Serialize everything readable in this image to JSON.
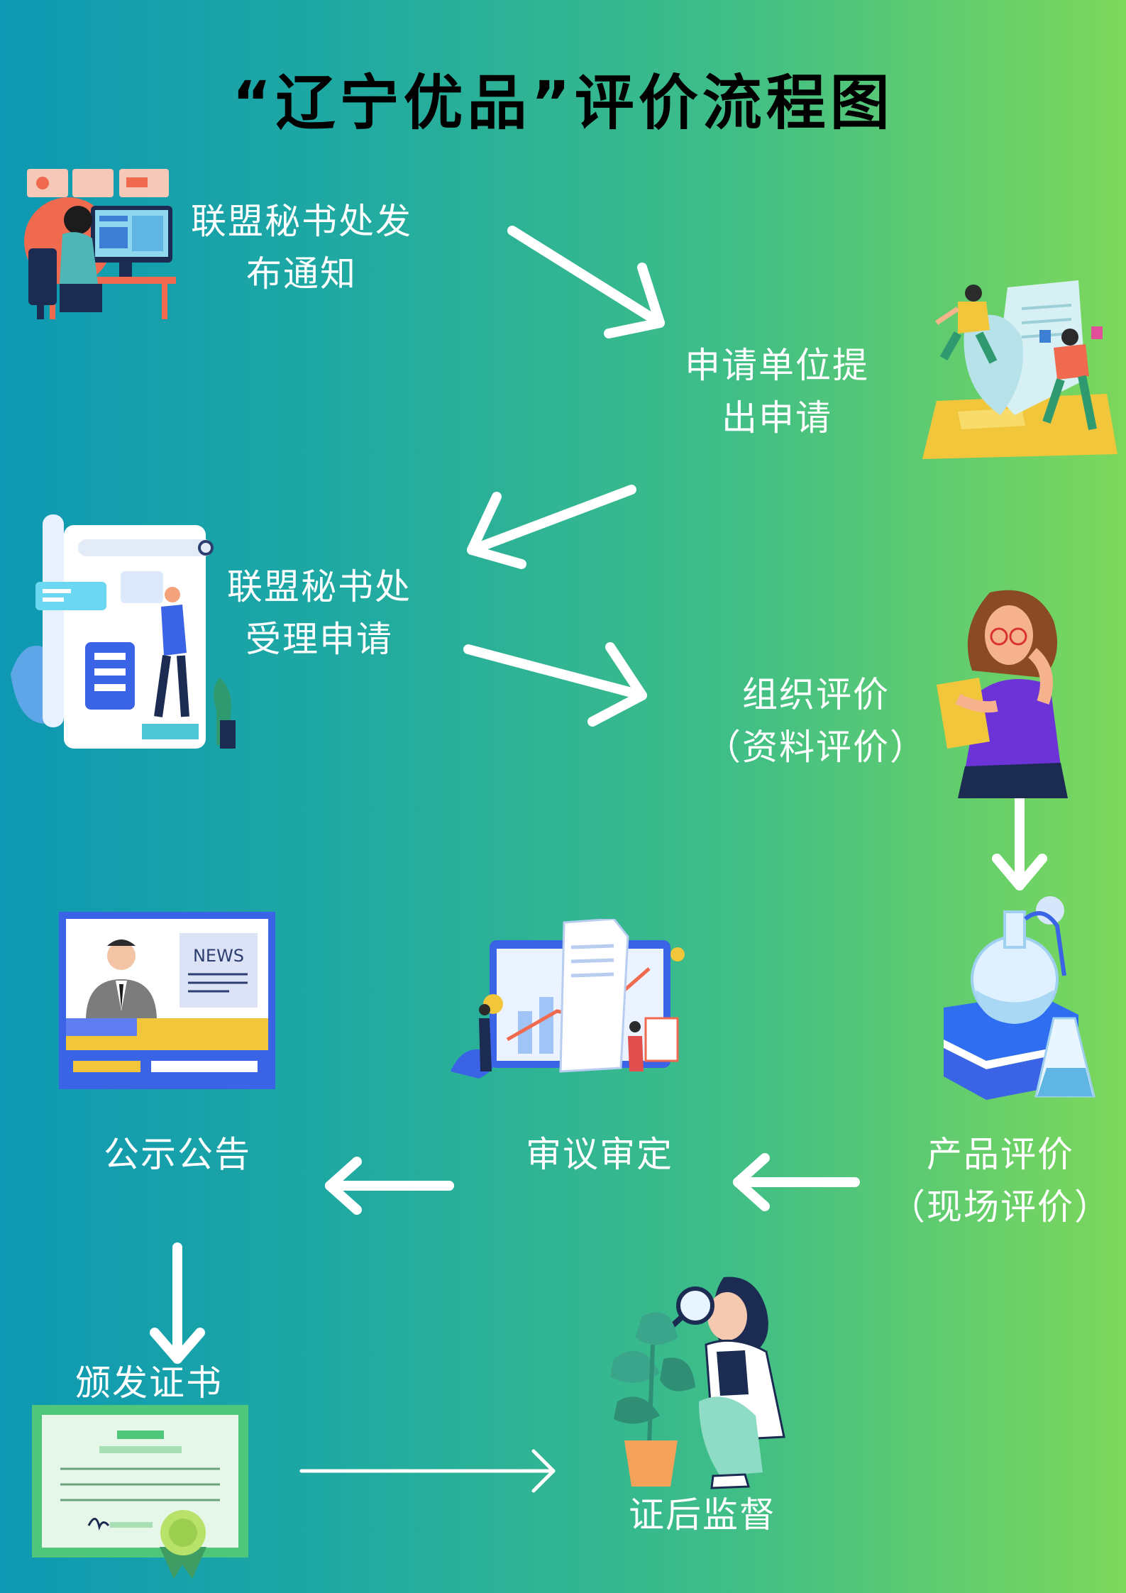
{
  "title": "“辽宁优品”评价流程图",
  "colors": {
    "gradient_left": "#0e98b3",
    "gradient_right": "#7dd85b",
    "text": "#ffffff",
    "arrow": "#ffffff",
    "title": "#000000"
  },
  "steps": {
    "notice": [
      "联盟秘书处发",
      "布通知"
    ],
    "apply": [
      "申请单位提",
      "出申请"
    ],
    "accept": [
      "联盟秘书处",
      "受理申请"
    ],
    "doc_eval": [
      "组织评价",
      "（资料评价）"
    ],
    "onsite_eval": [
      "产品评价",
      "（现场评价）"
    ],
    "review": [
      "审议审定"
    ],
    "publicity": [
      "公示公告"
    ],
    "certificate": [
      "颁发证书"
    ],
    "supervision": [
      "证后监督"
    ]
  },
  "illustrations": {
    "news_board": "NEWS",
    "items": [
      "office-worker-icon",
      "application-people-icon",
      "web-document-icon",
      "thinking-woman-icon",
      "lab-flask-icon",
      "report-chart-icon",
      "news-anchor-icon",
      "certificate-icon",
      "magnifier-plant-icon"
    ]
  }
}
